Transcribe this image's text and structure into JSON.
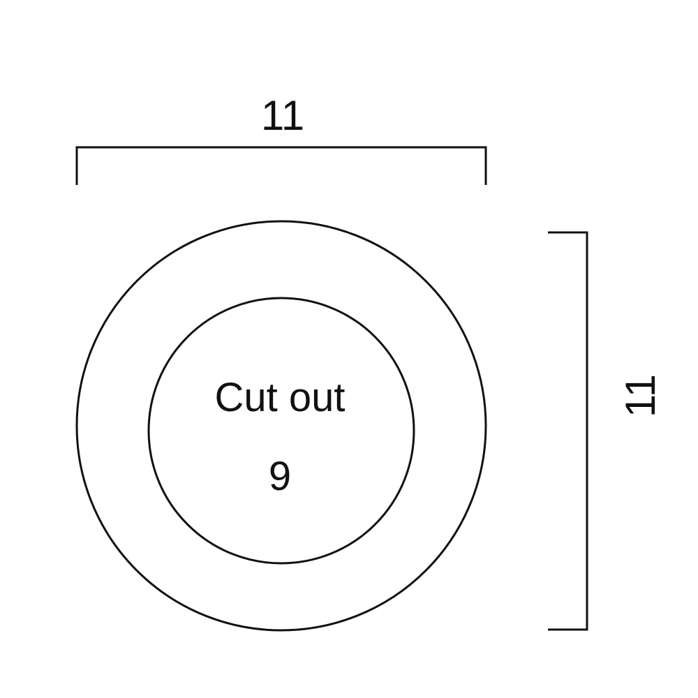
{
  "dimensions": {
    "width_label": "11",
    "height_label": "11"
  },
  "cutout": {
    "label": "Cut out",
    "diameter_label": "9"
  },
  "colors": {
    "stroke": "#111111",
    "background": "#ffffff"
  }
}
